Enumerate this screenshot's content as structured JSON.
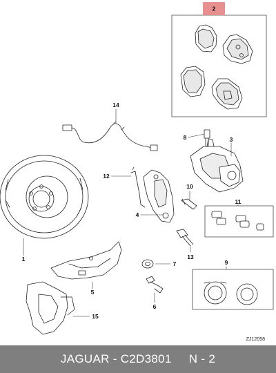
{
  "callouts": {
    "c1": "1",
    "c2": "2",
    "c3": "3",
    "c4": "4",
    "c5": "5",
    "c6": "6",
    "c7": "7",
    "c8": "8",
    "c9": "9",
    "c10": "10",
    "c11": "11",
    "c12": "12",
    "c13": "13",
    "c14": "14",
    "c15": "15"
  },
  "reference_code": "ZJ12058",
  "footer": {
    "brand": "JAGUAR",
    "separator": " - ",
    "part_number": "C2D3801",
    "qty": "N - 2"
  },
  "colors": {
    "highlight_box": "#e88f8f",
    "line": "#222222",
    "footer_bg": "#7f7f7f",
    "footer_text": "#ffffff"
  }
}
